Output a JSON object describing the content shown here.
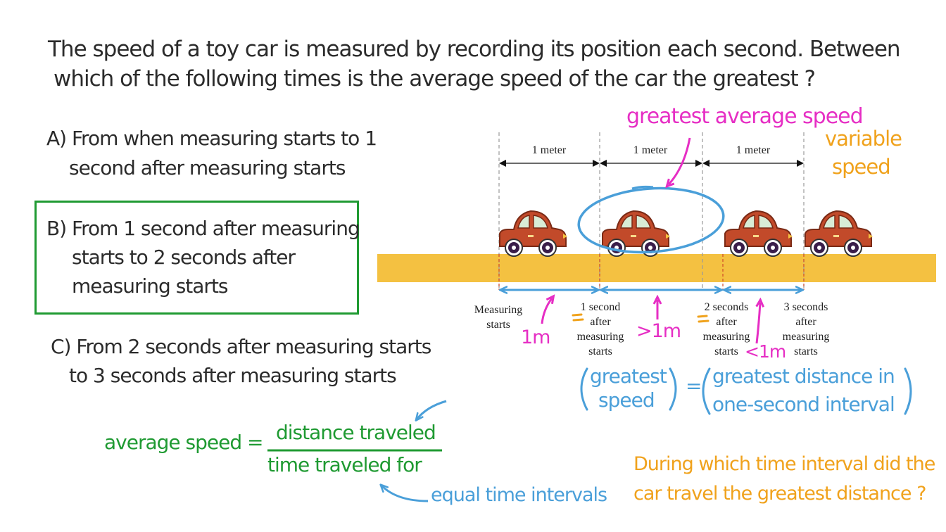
{
  "question": {
    "line1": "The speed of a toy car is measured by recording its position each second. Between",
    "line2": "which of the following times is the average speed of the car the greatest ?"
  },
  "options": [
    {
      "line1": "A) From when measuring starts to 1",
      "line2": "second after measuring starts"
    },
    {
      "line1": "B) From 1 second after measuring",
      "line2": "starts to 2 seconds after",
      "line3": "measuring starts"
    },
    {
      "line1": "C) From 2 seconds after measuring starts",
      "line2": "to 3 seconds after measuring starts"
    }
  ],
  "diagram": {
    "meter_labels": [
      "1 meter",
      "1 meter",
      "1 meter"
    ],
    "time_labels": [
      {
        "lines": [
          "Measuring",
          "starts"
        ]
      },
      {
        "lines": [
          "1 second",
          "after",
          "measuring",
          "starts"
        ]
      },
      {
        "lines": [
          "2 seconds",
          "after",
          "measuring",
          "starts"
        ]
      },
      {
        "lines": [
          "3 seconds",
          "after",
          "measuring",
          "starts"
        ]
      }
    ],
    "road_color": "#f4c141",
    "car_color": "#c24a2a"
  },
  "annotations": {
    "greatest_average_speed": "greatest average speed",
    "variable_speed_1": "variable",
    "variable_speed_2": "speed",
    "dist_1": "1m",
    "dist_2": ">1m",
    "dist_3": "<1m",
    "greatest_1": "greatest",
    "speed_1": "speed",
    "equals": "=",
    "greatest_distance_1": "greatest distance in",
    "greatest_distance_2": "one-second interval",
    "formula_left": "average speed =",
    "formula_num": "distance traveled",
    "formula_den": "time traveled for",
    "equal_intervals": "equal time intervals",
    "orange_q1": "During which time interval did the",
    "orange_q2": "car travel the greatest distance ?"
  }
}
